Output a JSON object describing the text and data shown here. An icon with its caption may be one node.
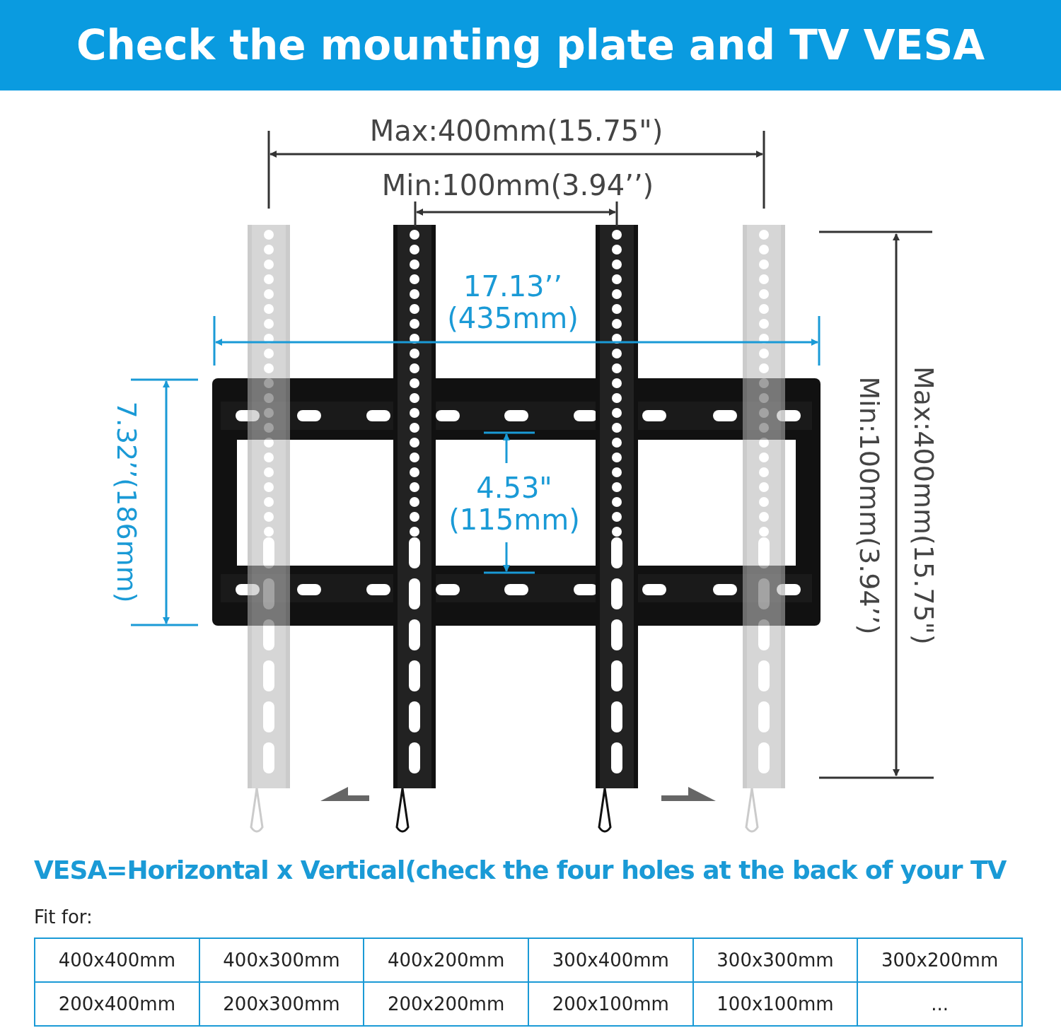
{
  "diagram": {
    "title": "Check the mounting plate and TV VESA",
    "labels": [
      "Max:400mm(15.75\")",
      "Min:100mm(3.94’’)",
      "17.13’’",
      "(435mm)",
      "7.32’’(186mm)",
      "4.53\"",
      "(115mm)",
      "Min:100mm(3.94’’)",
      "Max:400mm(15.75\")",
      "VESA=Horizontal x Vertical(check the four holes at the back of your TV",
      "Fit for:",
      "400x400mm",
      "400x300mm",
      "400x200mm",
      "300x400mm",
      "300x300mm",
      "300x200mm",
      "200x400mm",
      "200x300mm",
      "200x200mm",
      "200x100mm",
      "100x100mm",
      "..."
    ]
  }
}
